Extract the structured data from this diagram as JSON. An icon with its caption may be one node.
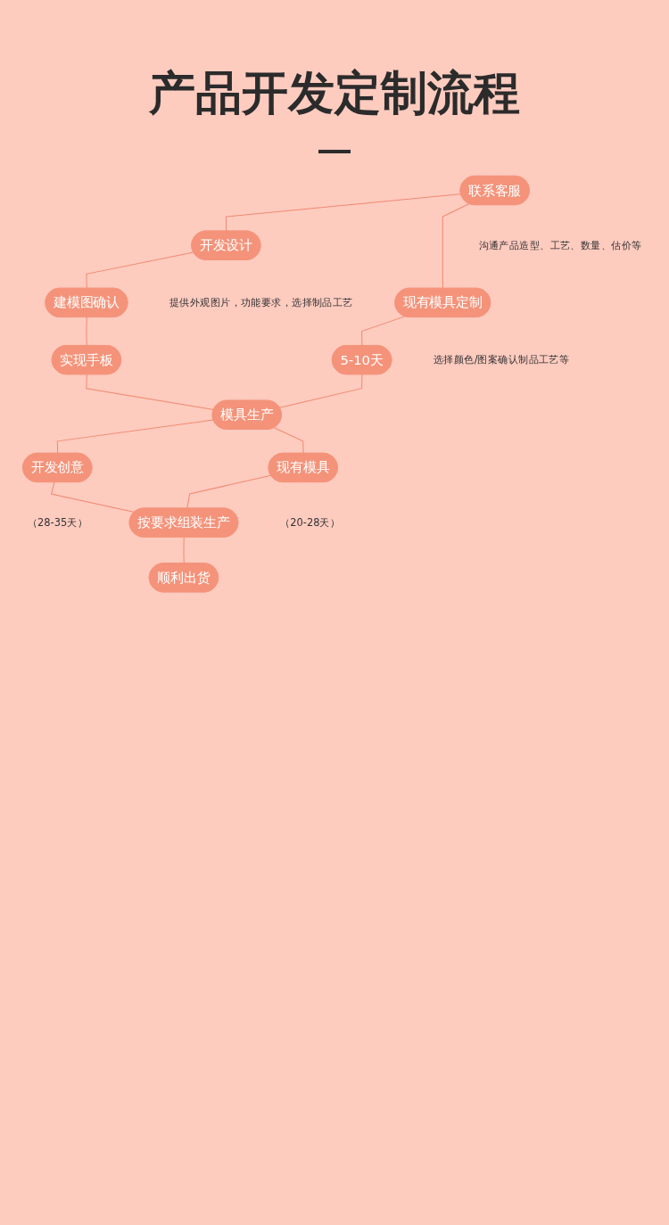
{
  "diagram": {
    "title": "产品开发定制流程",
    "nodes": [
      {
        "text": [
          "联系客服"
        ],
        "beside": [
          "沟通产品造型、工艺、数量、估价等"
        ]
      },
      {
        "text": [
          "开发设计"
        ],
        "beside": [
          "提供外观图片，功能要求，选择制品工艺"
        ]
      },
      {
        "text": [
          "现有模具定制"
        ],
        "beside": [
          "选择颜色/图案确认制品工艺等"
        ]
      },
      {
        "text": [
          "建模图确认"
        ]
      },
      {
        "text": [
          "5-10天"
        ]
      },
      {
        "text": [
          "实现手板"
        ]
      },
      {
        "text": [
          "模具生产"
        ]
      },
      {
        "text": [
          "开发创意"
        ],
        "beside": [
          "（28-35天）"
        ]
      },
      {
        "text": [
          "现有模具"
        ],
        "beside": [
          "（20-28天）"
        ]
      },
      {
        "text": [
          "按要求组装生产"
        ]
      },
      {
        "text": [
          "顺利出货"
        ]
      }
    ],
    "edges": [
      {
        "from": 0,
        "to": 1,
        "arrow": "none"
      },
      {
        "from": 0,
        "to": 2,
        "arrow": "none"
      },
      {
        "from": 1,
        "to": 3,
        "arrow": "none"
      },
      {
        "from": 2,
        "to": 4,
        "arrow": "none"
      },
      {
        "from": 3,
        "to": 5,
        "arrow": "none"
      },
      {
        "from": 5,
        "to": 6,
        "arrow": "none"
      },
      {
        "from": 4,
        "to": 6,
        "arrow": "none"
      },
      {
        "from": 6,
        "to": 7,
        "arrow": "none"
      },
      {
        "from": 6,
        "to": 8,
        "arrow": "none"
      },
      {
        "from": 7,
        "to": 9,
        "arrow": "none"
      },
      {
        "from": 8,
        "to": 9,
        "arrow": "none"
      },
      {
        "from": 9,
        "to": 10,
        "arrow": "none"
      }
    ]
  }
}
